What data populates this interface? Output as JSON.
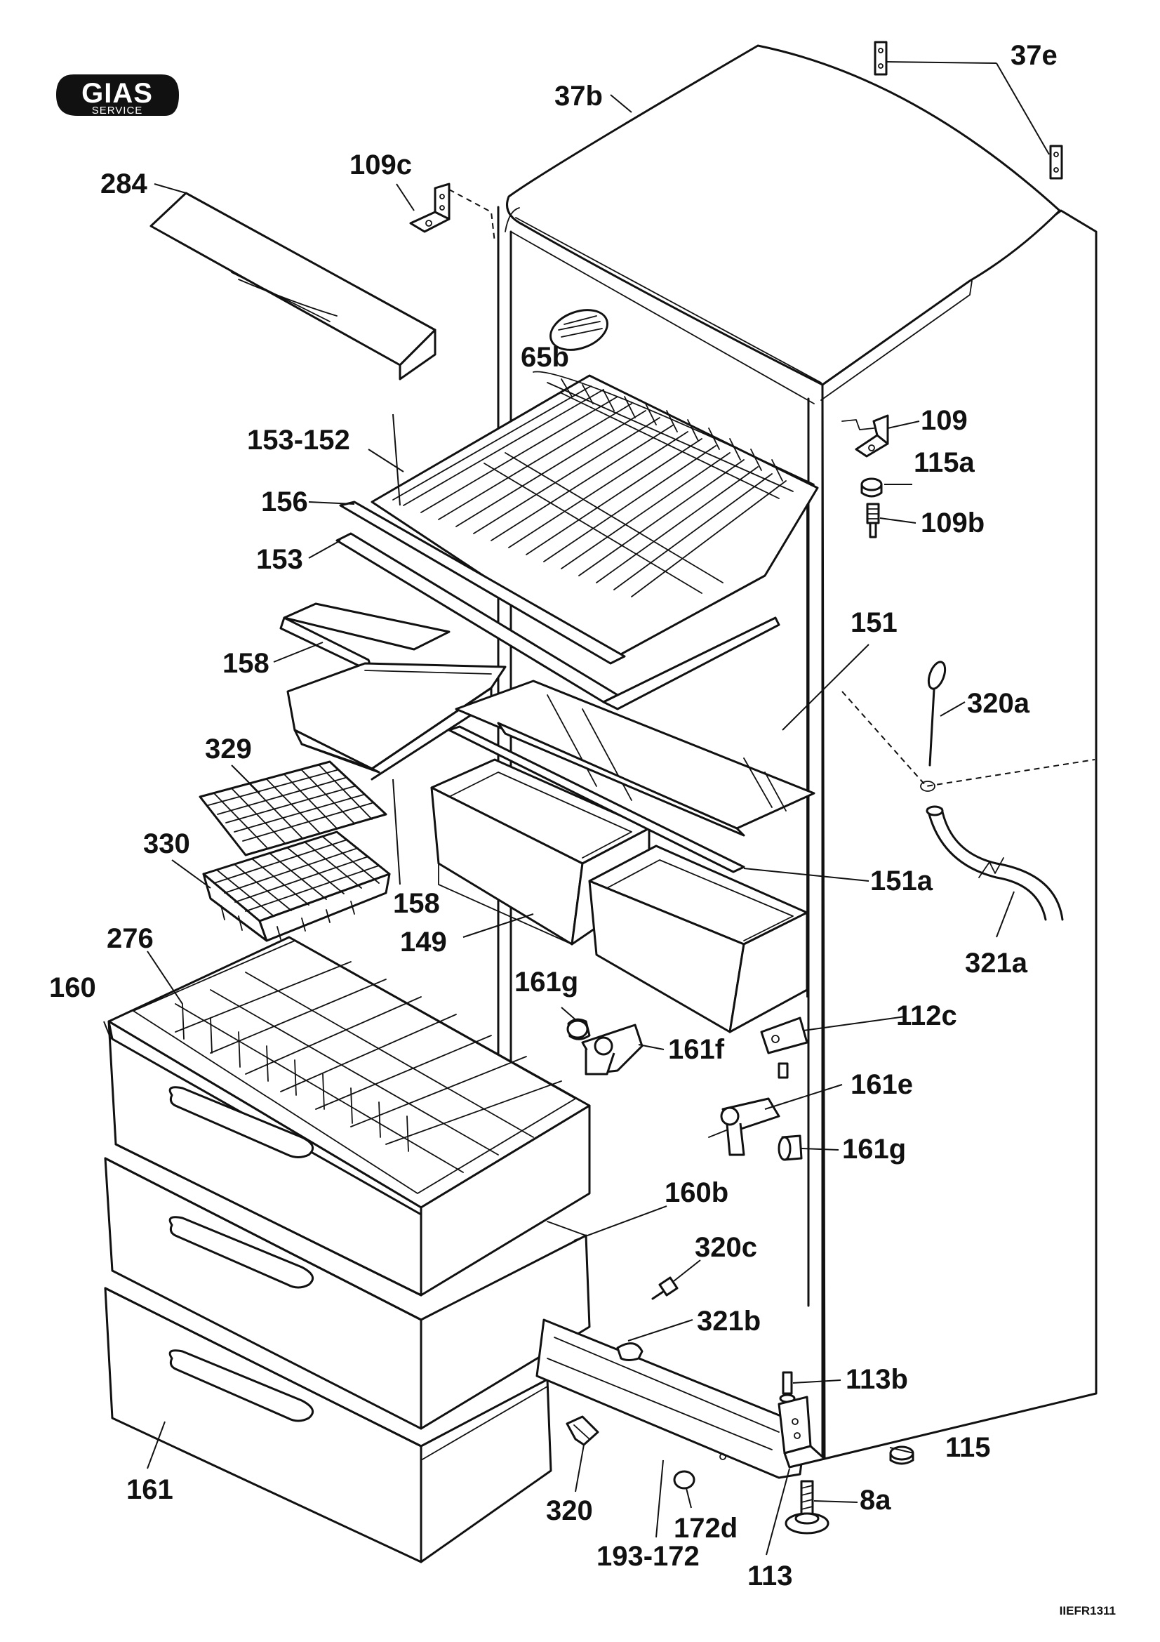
{
  "brand": {
    "logo_text": "GIAS",
    "logo_subtext": "SERVICE"
  },
  "drawing_code": "IIEFR1311",
  "parts": {
    "p37e": "37e",
    "p37b": "37b",
    "p284": "284",
    "p109c": "109c",
    "p65b": "65b",
    "p109": "109",
    "p115a": "115a",
    "p109b": "109b",
    "p153_152": "153-152",
    "p156": "156",
    "p153": "153",
    "p158a": "158",
    "p151": "151",
    "p320a": "320a",
    "p329": "329",
    "p330": "330",
    "p158b": "158",
    "p151a": "151a",
    "p149": "149",
    "p321a": "321a",
    "p276": "276",
    "p160": "160",
    "p161g_a": "161g",
    "p112c": "112c",
    "p161f": "161f",
    "p161e": "161e",
    "p161g_b": "161g",
    "p160b": "160b",
    "p320c": "320c",
    "p321b": "321b",
    "p113b": "113b",
    "p115": "115",
    "p161": "161",
    "p8a": "8a",
    "p320": "320",
    "p172d": "172d",
    "p193_172": "193-172",
    "p113": "113"
  }
}
